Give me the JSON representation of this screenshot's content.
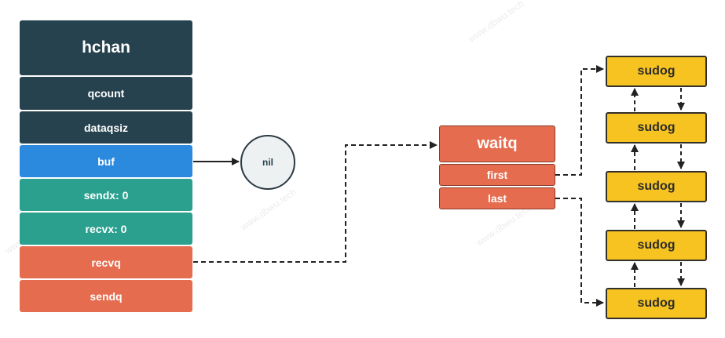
{
  "hchan": {
    "title": "hchan",
    "fields": {
      "qcount": "qcount",
      "dataqsiz": "dataqsiz",
      "buf": "buf",
      "sendx": "sendx: 0",
      "recvx": "recvx: 0",
      "recvq": "recvq",
      "sendq": "sendq"
    }
  },
  "nil_node": "nil",
  "waitq": {
    "title": "waitq",
    "first": "first",
    "last": "last"
  },
  "sudogs": [
    "sudog",
    "sudog",
    "sudog",
    "sudog",
    "sudog"
  ],
  "watermark": "www.dbwu.tech",
  "colors": {
    "dark": "#26424f",
    "blue": "#2b89de",
    "teal": "#2ba08f",
    "red": "#e56c4f",
    "yellow": "#f7c320"
  }
}
